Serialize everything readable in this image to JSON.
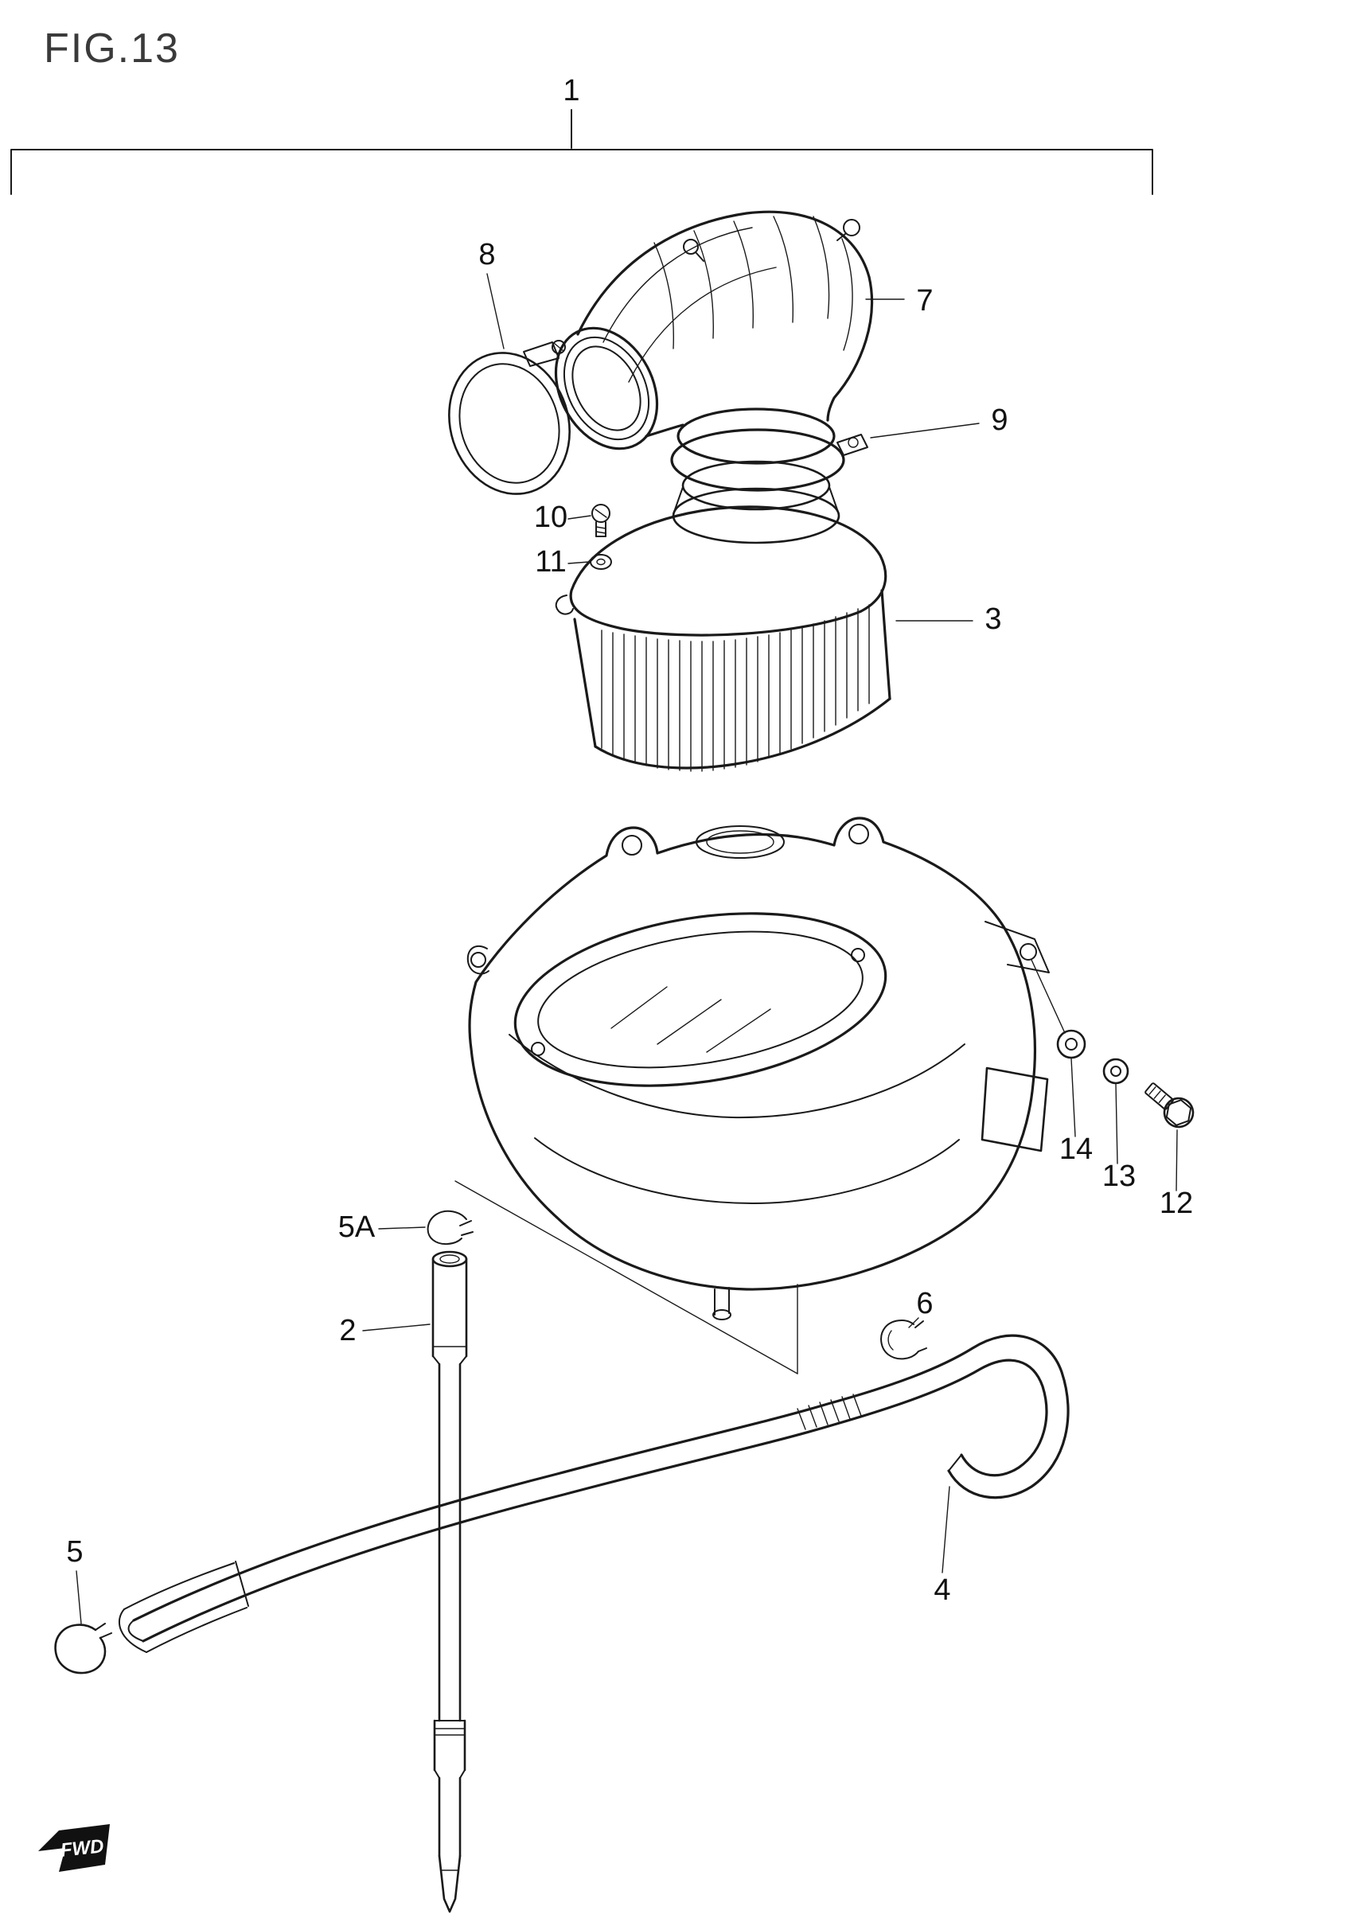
{
  "figure": {
    "title": "FIG.13",
    "fwd_label": "FWD"
  },
  "callouts": {
    "n1": "1",
    "n2": "2",
    "n3": "3",
    "n4": "4",
    "n5": "5",
    "n5a": "5A",
    "n6": "6",
    "n7": "7",
    "n8": "8",
    "n9": "9",
    "n10": "10",
    "n11": "11",
    "n12": "12",
    "n13": "13",
    "n14": "14"
  },
  "colors": {
    "line": "#1a1a1a",
    "background": "#ffffff"
  }
}
